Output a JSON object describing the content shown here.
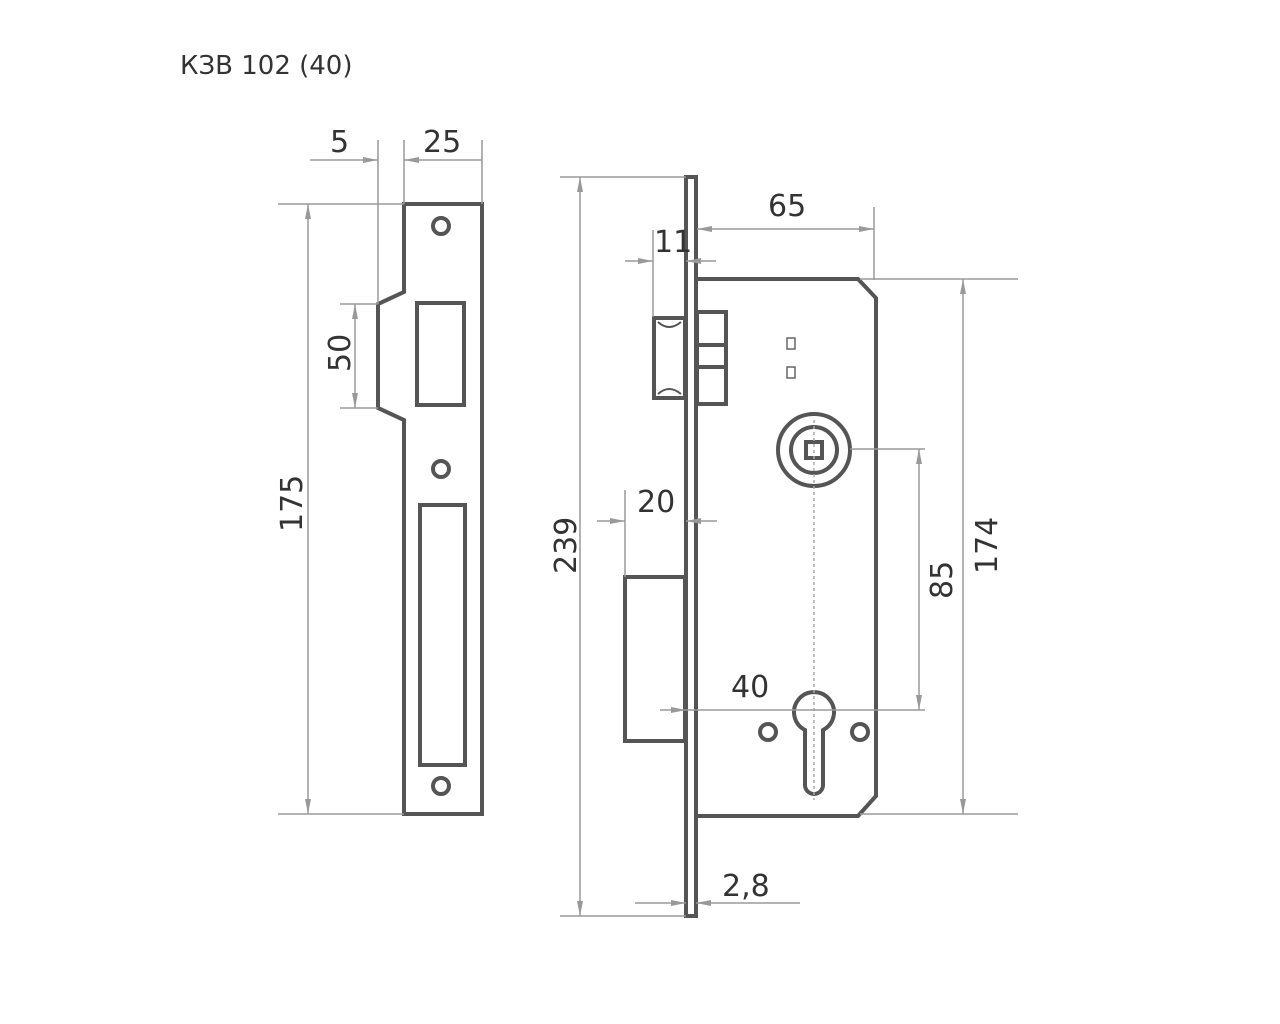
{
  "title": "КЗВ 102 (40)",
  "strike_plate": {
    "dims": {
      "offset": "5",
      "width": "25",
      "window_height": "50",
      "height": "175"
    }
  },
  "lock_body": {
    "dims": {
      "faceplate_height": "239",
      "backset": "65",
      "latch_projection": "11",
      "bolt_projection": "20",
      "body_height": "174",
      "center_distance": "85",
      "cylinder_backset": "40",
      "faceplate_thickness": "2,8"
    }
  }
}
